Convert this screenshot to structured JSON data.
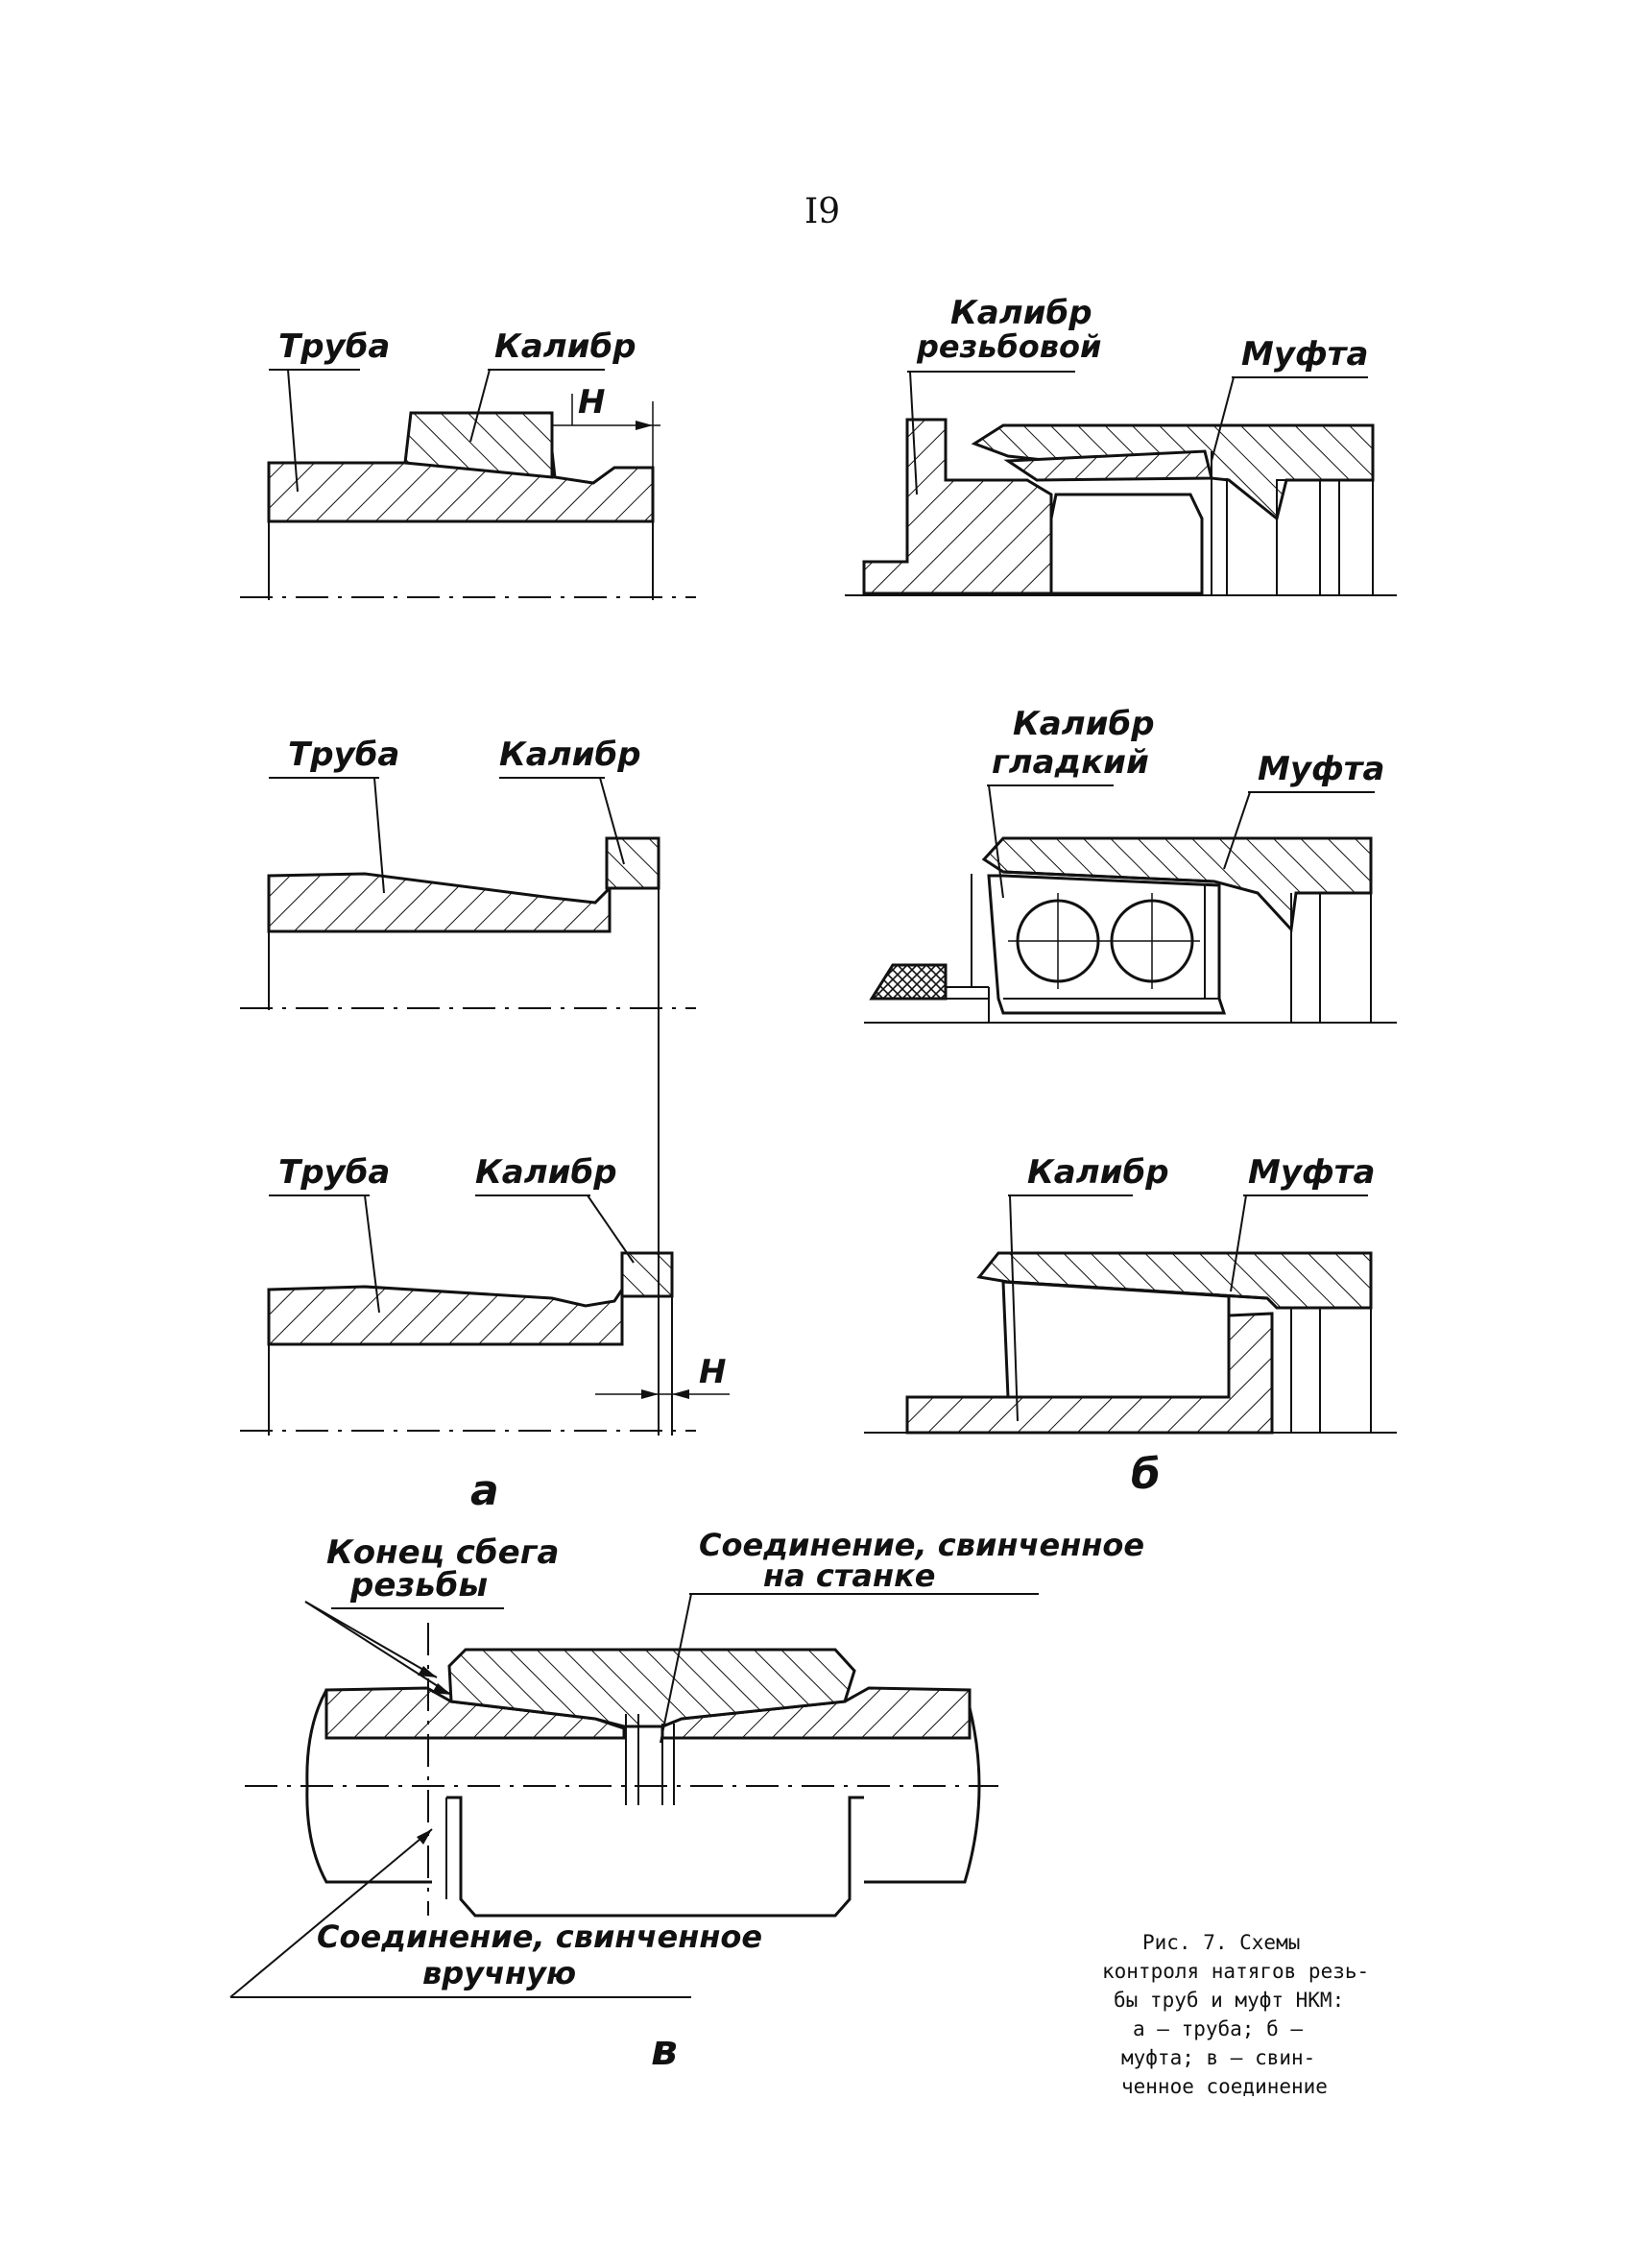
{
  "page_number": "I9",
  "a": {
    "top": {
      "pipe_label": "Труба",
      "gauge_label": "Калибр",
      "dim_label": "H"
    },
    "middle": {
      "pipe_label": "Труба",
      "gauge_label": "Калибр"
    },
    "bottom": {
      "pipe_label": "Труба",
      "gauge_label": "Калибр",
      "dim_label": "H"
    },
    "letter": "а"
  },
  "b": {
    "top": {
      "gauge_label_1": "Калибр",
      "gauge_label_2": "резьбовой",
      "coupling_label": "Муфта"
    },
    "middle": {
      "gauge_label_1": "Калибр",
      "gauge_label_2": "гладкий",
      "coupling_label": "Муфта"
    },
    "bottom": {
      "gauge_label": "Калибр",
      "coupling_label": "Муфта"
    },
    "letter": "б"
  },
  "v": {
    "runout_label_1": "Конец сбега",
    "runout_label_2": "резьбы",
    "machine_label_1": "Соединение, свинченное",
    "machine_label_2": "на станке",
    "hand_label_1": "Соединение, свинченное",
    "hand_label_2": "вручную",
    "letter": "в"
  },
  "caption": {
    "line1": "Рис. 7. Схемы",
    "line2": "контроля натягов резь-",
    "line3": "бы труб и муфт НКМ:",
    "line4": "а – труба; б –",
    "line5": "муфта; в – свин-",
    "line6": "ченное соединение"
  }
}
